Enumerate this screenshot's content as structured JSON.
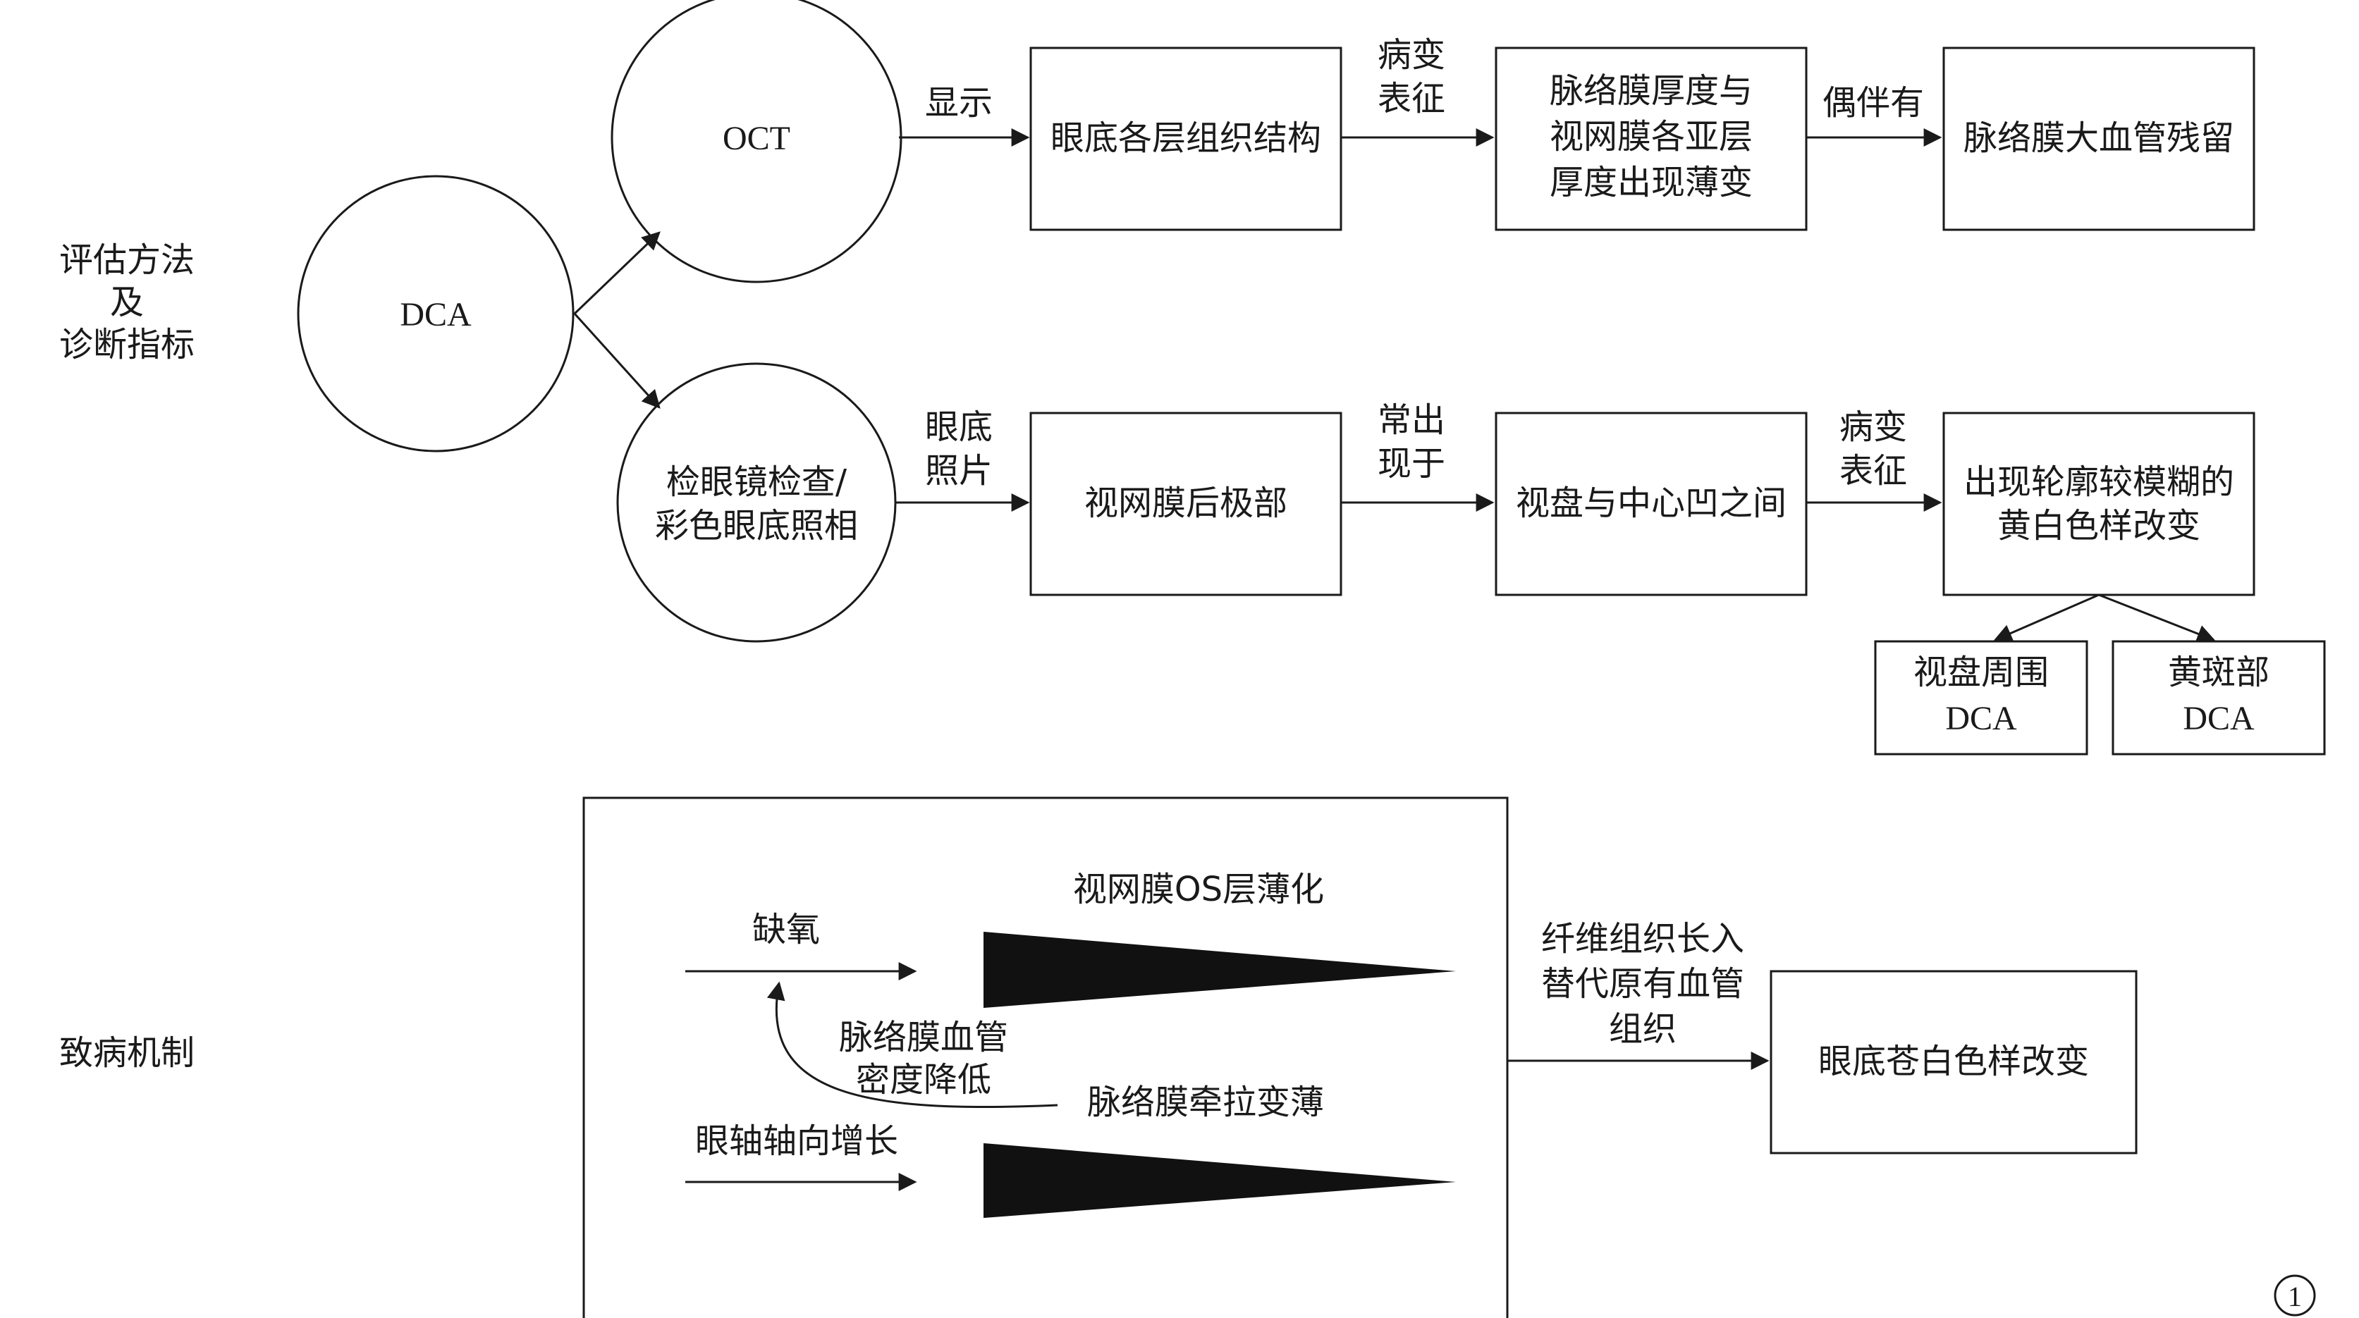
{
  "sections": {
    "eval": [
      "评估方法",
      "及",
      "诊断指标"
    ],
    "mechanism": "致病机制"
  },
  "nodes": {
    "dca": "DCA",
    "oct": "OCT",
    "fundus_exam": [
      "检眼镜检查/",
      "彩色眼底照相"
    ],
    "fundus_layers": "眼底各层组织结构",
    "choroid_thinning": [
      "脉络膜厚度与",
      "视网膜各亚层",
      "厚度出现薄变"
    ],
    "choroid_vessels": "脉络膜大血管残留",
    "posterior_pole": "视网膜后极部",
    "disc_fovea": "视盘与中心凹之间",
    "yellow_white": [
      "出现轮廓较模糊的",
      "黄白色样改变"
    ],
    "peripapillary": [
      "视盘周围",
      "DCA"
    ],
    "macular": [
      "黄斑部",
      "DCA"
    ],
    "pale_fundus": "眼底苍白色样改变"
  },
  "edges": {
    "show": "显示",
    "lesion1": [
      "病变",
      "表征"
    ],
    "accompany": "偶伴有",
    "photo": [
      "眼底",
      "照片"
    ],
    "often": [
      "常出",
      "现于"
    ],
    "lesion2": [
      "病变",
      "表征"
    ],
    "fibrosis": [
      "纤维组织长入",
      "替代原有血管",
      "组织"
    ]
  },
  "mechanism": {
    "retina_os": "视网膜OS层薄化",
    "hypoxia": "缺氧",
    "density": [
      "脉络膜血管",
      "密度降低"
    ],
    "traction": "脉络膜牵拉变薄",
    "axial": "眼轴轴向增长"
  },
  "panel_number": "1"
}
